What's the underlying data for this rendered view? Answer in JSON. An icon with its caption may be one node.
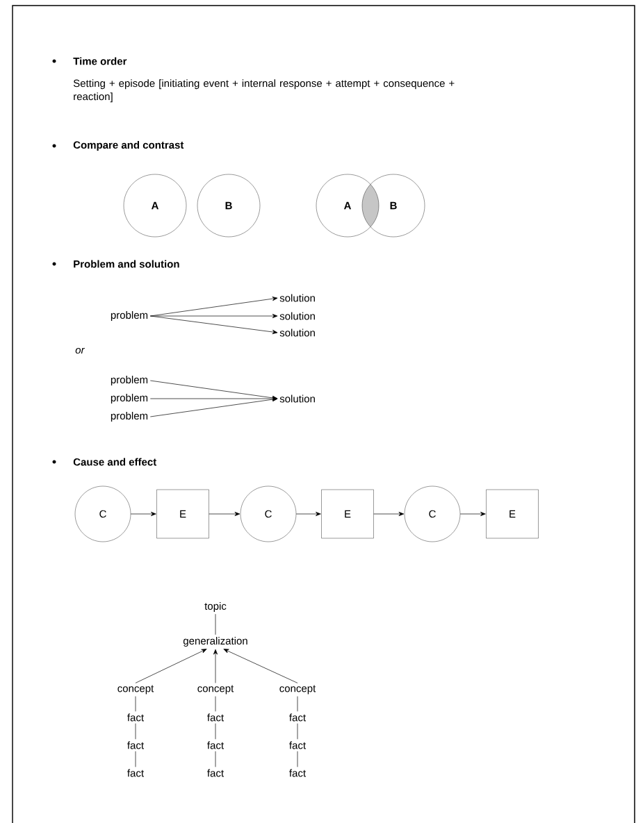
{
  "diagram": {
    "nodes": [
      {
        "text": [
          "A"
        ]
      },
      {
        "text": [
          "B"
        ]
      },
      {
        "text": [
          "A"
        ]
      },
      {
        "text": [
          "B"
        ]
      },
      {
        "text": [
          "problem"
        ]
      },
      {
        "text": [
          "solution"
        ]
      },
      {
        "text": [
          "solution"
        ]
      },
      {
        "text": [
          "solution"
        ]
      },
      {
        "text": [
          "problem"
        ]
      },
      {
        "text": [
          "problem"
        ]
      },
      {
        "text": [
          "problem"
        ]
      },
      {
        "text": [
          "solution"
        ]
      },
      {
        "text": [
          "C"
        ]
      },
      {
        "text": [
          "E"
        ]
      },
      {
        "text": [
          "C"
        ]
      },
      {
        "text": [
          "E"
        ]
      },
      {
        "text": [
          "C"
        ]
      },
      {
        "text": [
          "E"
        ]
      },
      {
        "text": [
          "topic"
        ]
      },
      {
        "text": [
          "generalization"
        ]
      },
      {
        "text": [
          "concept"
        ]
      },
      {
        "text": [
          "concept"
        ]
      },
      {
        "text": [
          "concept"
        ]
      },
      {
        "text": [
          "fact"
        ]
      },
      {
        "text": [
          "fact"
        ]
      },
      {
        "text": [
          "fact"
        ]
      },
      {
        "text": [
          "fact"
        ]
      },
      {
        "text": [
          "fact"
        ]
      },
      {
        "text": [
          "fact"
        ]
      },
      {
        "text": [
          "fact"
        ]
      },
      {
        "text": [
          "fact"
        ]
      },
      {
        "text": [
          "fact"
        ]
      }
    ],
    "edges": [
      {
        "from": 4,
        "to": 5,
        "arrow": "to"
      },
      {
        "from": 4,
        "to": 6,
        "arrow": "to"
      },
      {
        "from": 4,
        "to": 7,
        "arrow": "to"
      },
      {
        "from": 8,
        "to": 11,
        "arrow": "to"
      },
      {
        "from": 9,
        "to": 11,
        "arrow": "to"
      },
      {
        "from": 10,
        "to": 11,
        "arrow": "to"
      },
      {
        "from": 12,
        "to": 13,
        "arrow": "to"
      },
      {
        "from": 13,
        "to": 14,
        "arrow": "to"
      },
      {
        "from": 14,
        "to": 15,
        "arrow": "to"
      },
      {
        "from": 15,
        "to": 16,
        "arrow": "to"
      },
      {
        "from": 16,
        "to": 17,
        "arrow": "to"
      },
      {
        "from": 18,
        "to": 19,
        "arrow": "none"
      },
      {
        "from": 20,
        "to": 19,
        "arrow": "to"
      },
      {
        "from": 21,
        "to": 19,
        "arrow": "to"
      },
      {
        "from": 22,
        "to": 19,
        "arrow": "to"
      },
      {
        "from": 20,
        "to": 23,
        "arrow": "none"
      },
      {
        "from": 23,
        "to": 24,
        "arrow": "none"
      },
      {
        "from": 24,
        "to": 25,
        "arrow": "none"
      },
      {
        "from": 21,
        "to": 26,
        "arrow": "none"
      },
      {
        "from": 26,
        "to": 27,
        "arrow": "none"
      },
      {
        "from": 27,
        "to": 28,
        "arrow": "none"
      },
      {
        "from": 22,
        "to": 29,
        "arrow": "none"
      },
      {
        "from": 29,
        "to": 30,
        "arrow": "none"
      },
      {
        "from": 30,
        "to": 31,
        "arrow": "none"
      }
    ],
    "labels": [
      "Time order",
      "Setting + episode [initiating event + internal response + attempt + consequence + reaction]",
      "Compare and contrast",
      "Problem and solution",
      "or",
      "Cause and effect"
    ]
  }
}
